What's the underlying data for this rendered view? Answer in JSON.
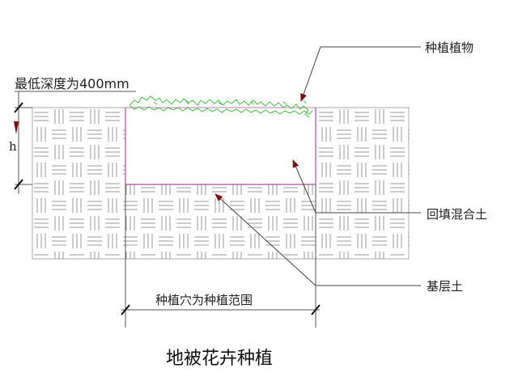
{
  "labels": {
    "min_depth": "最低深度为400mm",
    "h": "h",
    "plants": "种植植物",
    "backfill": "回填混合土",
    "base_soil": "基层土",
    "pit_range": "种植穴为种植范围",
    "title": "地被花卉种植"
  },
  "colors": {
    "hatch": "#9a9a9a",
    "pit_outline": "#b04aa8",
    "plant": "#3cc43c",
    "arrow": "#7a1010"
  }
}
